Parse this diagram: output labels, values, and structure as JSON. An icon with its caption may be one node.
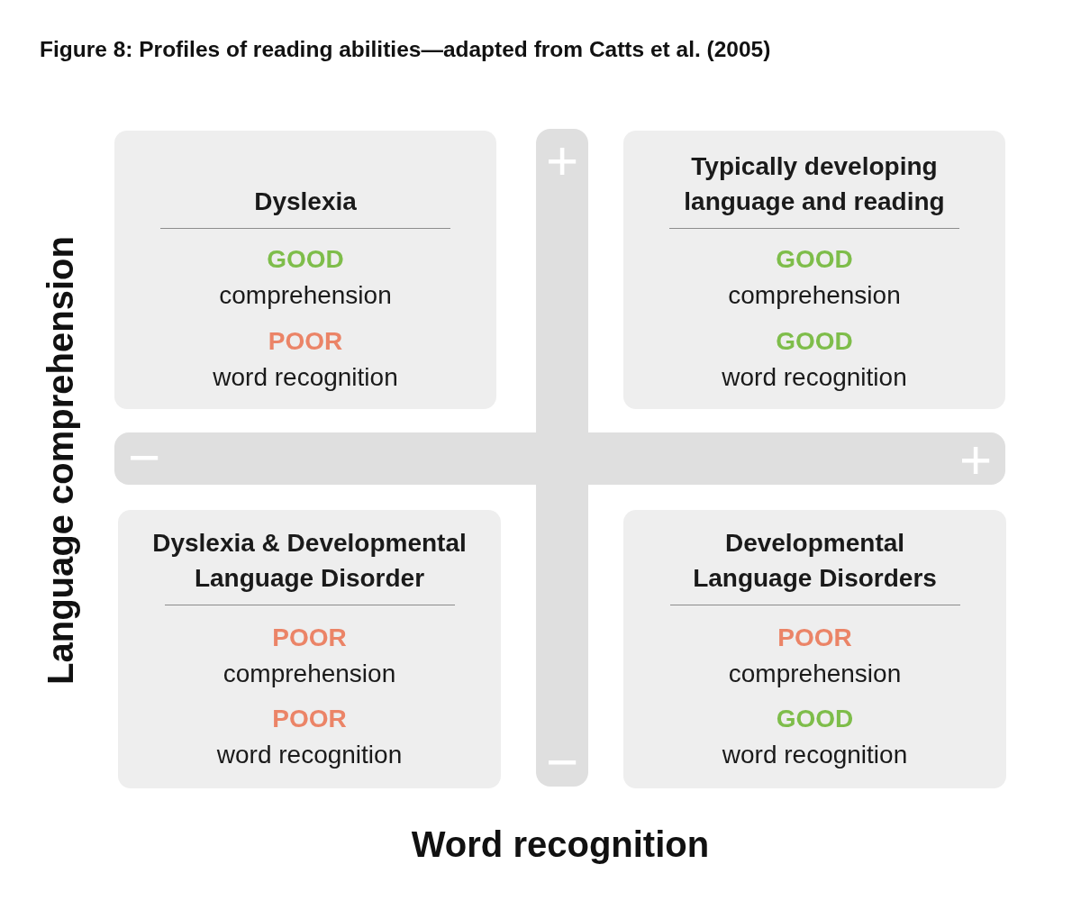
{
  "diagram": {
    "title": "Figure 8: Profiles of reading abilities—adapted from Catts et al. (2005)",
    "nodes": [
      {
        "text": [
          "Dyslexia",
          "GOOD",
          "comprehension",
          "POOR",
          "word recognition"
        ]
      },
      {
        "text": [
          "Typically developing language and reading",
          "GOOD",
          "comprehension",
          "GOOD",
          "word recognition"
        ]
      },
      {
        "text": [
          "Dyslexia & Developmental Language Disorder",
          "POOR",
          "comprehension",
          "POOR",
          "word recognition"
        ]
      },
      {
        "text": [
          "Developmental Language Disorders",
          "POOR",
          "comprehension",
          "GOOD",
          "word recognition"
        ]
      }
    ],
    "labels": [
      "Language comprehension",
      "+",
      "−",
      "+",
      "−",
      "Word recognition"
    ]
  }
}
